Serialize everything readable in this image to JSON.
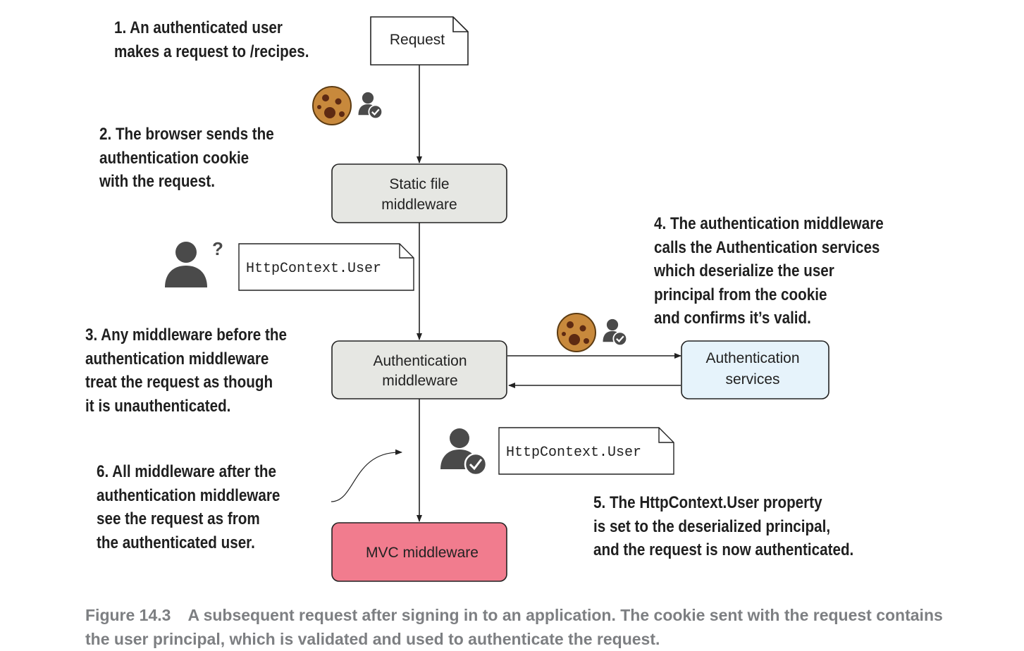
{
  "nodes": {
    "request": "Request",
    "static_file": [
      "Static file",
      "middleware"
    ],
    "auth_middleware": [
      "Authentication",
      "middleware"
    ],
    "auth_services": [
      "Authentication",
      "services"
    ],
    "mvc": "MVC middleware"
  },
  "notes": {
    "user_unauth": "HttpContext.User",
    "user_auth": "HttpContext.User"
  },
  "icon_text": {
    "question_mark": "?"
  },
  "annotations": {
    "step1": "1. An authenticated user\nmakes a request to /recipes.",
    "step2": "2. The browser sends the\nauthentication cookie\nwith the request.",
    "step3": "3. Any middleware before the\nauthentication middleware\ntreat the request as though\nit is unauthenticated.",
    "step4": "4. The authentication middleware\ncalls the Authentication services\nwhich deserialize the user\nprincipal from the cookie\nand confirms it’s valid.",
    "step5": "5. The HttpContext.User property\nis set to the deserialized principal,\nand the request is now authenticated.",
    "step6": "6. All middleware after the\nauthentication middleware\nsee the request as from\nthe authenticated user."
  },
  "caption": {
    "number": "Figure 14.3",
    "text": "A subsequent request after signing in to an application. The cookie sent with the request contains the user principal, which is validated and used to authenticate the request."
  },
  "colors": {
    "middleware_fill": "#e6e7e3",
    "services_fill": "#e6f3fb",
    "mvc_fill": "#f17c8e",
    "icon": "#4a4a4a",
    "cookie": "#c8893c",
    "caption": "#7d7f82"
  }
}
